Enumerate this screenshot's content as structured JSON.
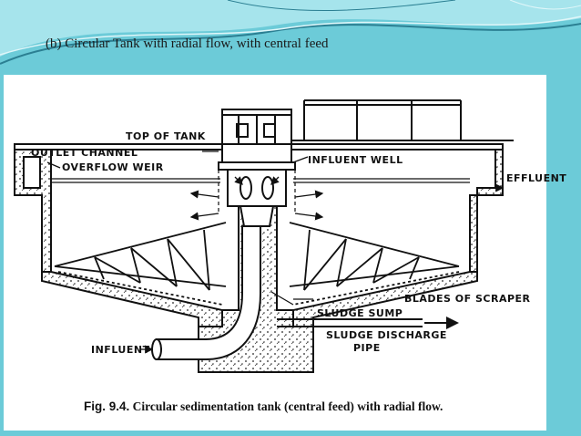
{
  "slide": {
    "title": "(b) Circular Tank with radial flow, with central feed",
    "colors": {
      "background": "#6ccbd8",
      "wave_light": "#a6e4ec",
      "wave_dark": "#2b7f92"
    }
  },
  "diagram": {
    "labels": {
      "top_of_tank": "TOP OF TANK",
      "outlet_channel": "OUTLET CHANNEL",
      "overflow_weir": "OVERFLOW WEIR",
      "influent_well": "INFLUENT WELL",
      "effluent": "EFFLUENT",
      "blades_of_scraper": "BLADES OF SCRAPER",
      "sludge_sump": "SLUDGE SUMP",
      "sludge_discharge": "SLUDGE DISCHARGE",
      "pipe": "PIPE",
      "influent": "INFLUENT"
    },
    "caption": {
      "number": "Fig. 9.4.",
      "text": "Circular sedimentation tank (central feed) with radial flow."
    }
  }
}
